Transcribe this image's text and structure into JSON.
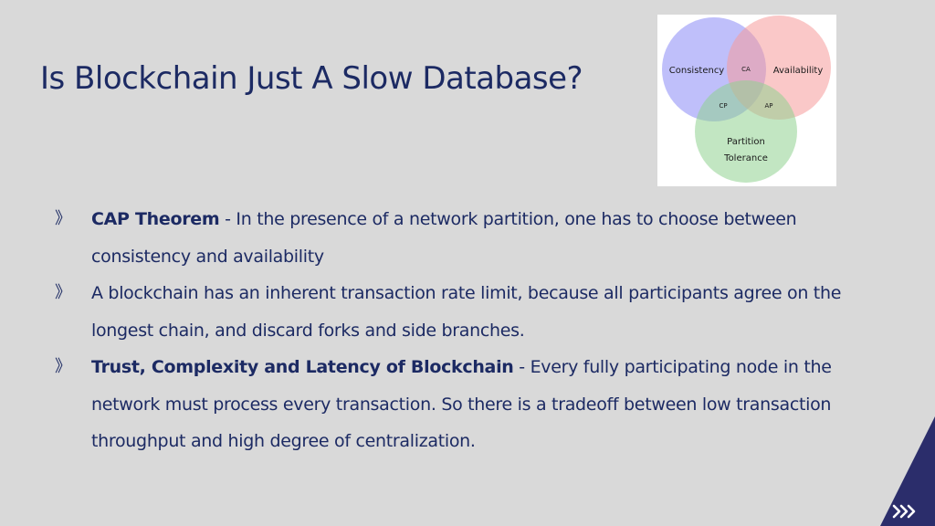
{
  "slide": {
    "title": "Is Blockchain Just A Slow Database?"
  },
  "venn": {
    "consistency": "Consistency",
    "availability": "Availability",
    "partition_line1": "Partition",
    "partition_line2": "Tolerance",
    "ca": "CA",
    "cp": "CP",
    "ap": "AP",
    "colors": {
      "consistency": "#8b8bf5",
      "availability": "#f59a9a",
      "partition": "#8fd18f"
    }
  },
  "bullets": [
    {
      "marker": "》",
      "head": "CAP Theorem",
      "text": " - In the presence of a network partition, one has to choose between consistency and availability"
    },
    {
      "marker": "》",
      "head": "",
      "text": "A blockchain has an inherent transaction rate limit, because all participants agree on the longest chain, and discard forks and side branches."
    },
    {
      "marker": "》",
      "head": "Trust, Complexity and Latency of Blockchain",
      "text": " - Every fully participating node in the network must process every transaction. So there is a tradeoff between low transaction throughput and high degree of centralization."
    }
  ],
  "corner": {
    "icon": "double-chevron-right-icon",
    "color": "#2b2d6b"
  }
}
